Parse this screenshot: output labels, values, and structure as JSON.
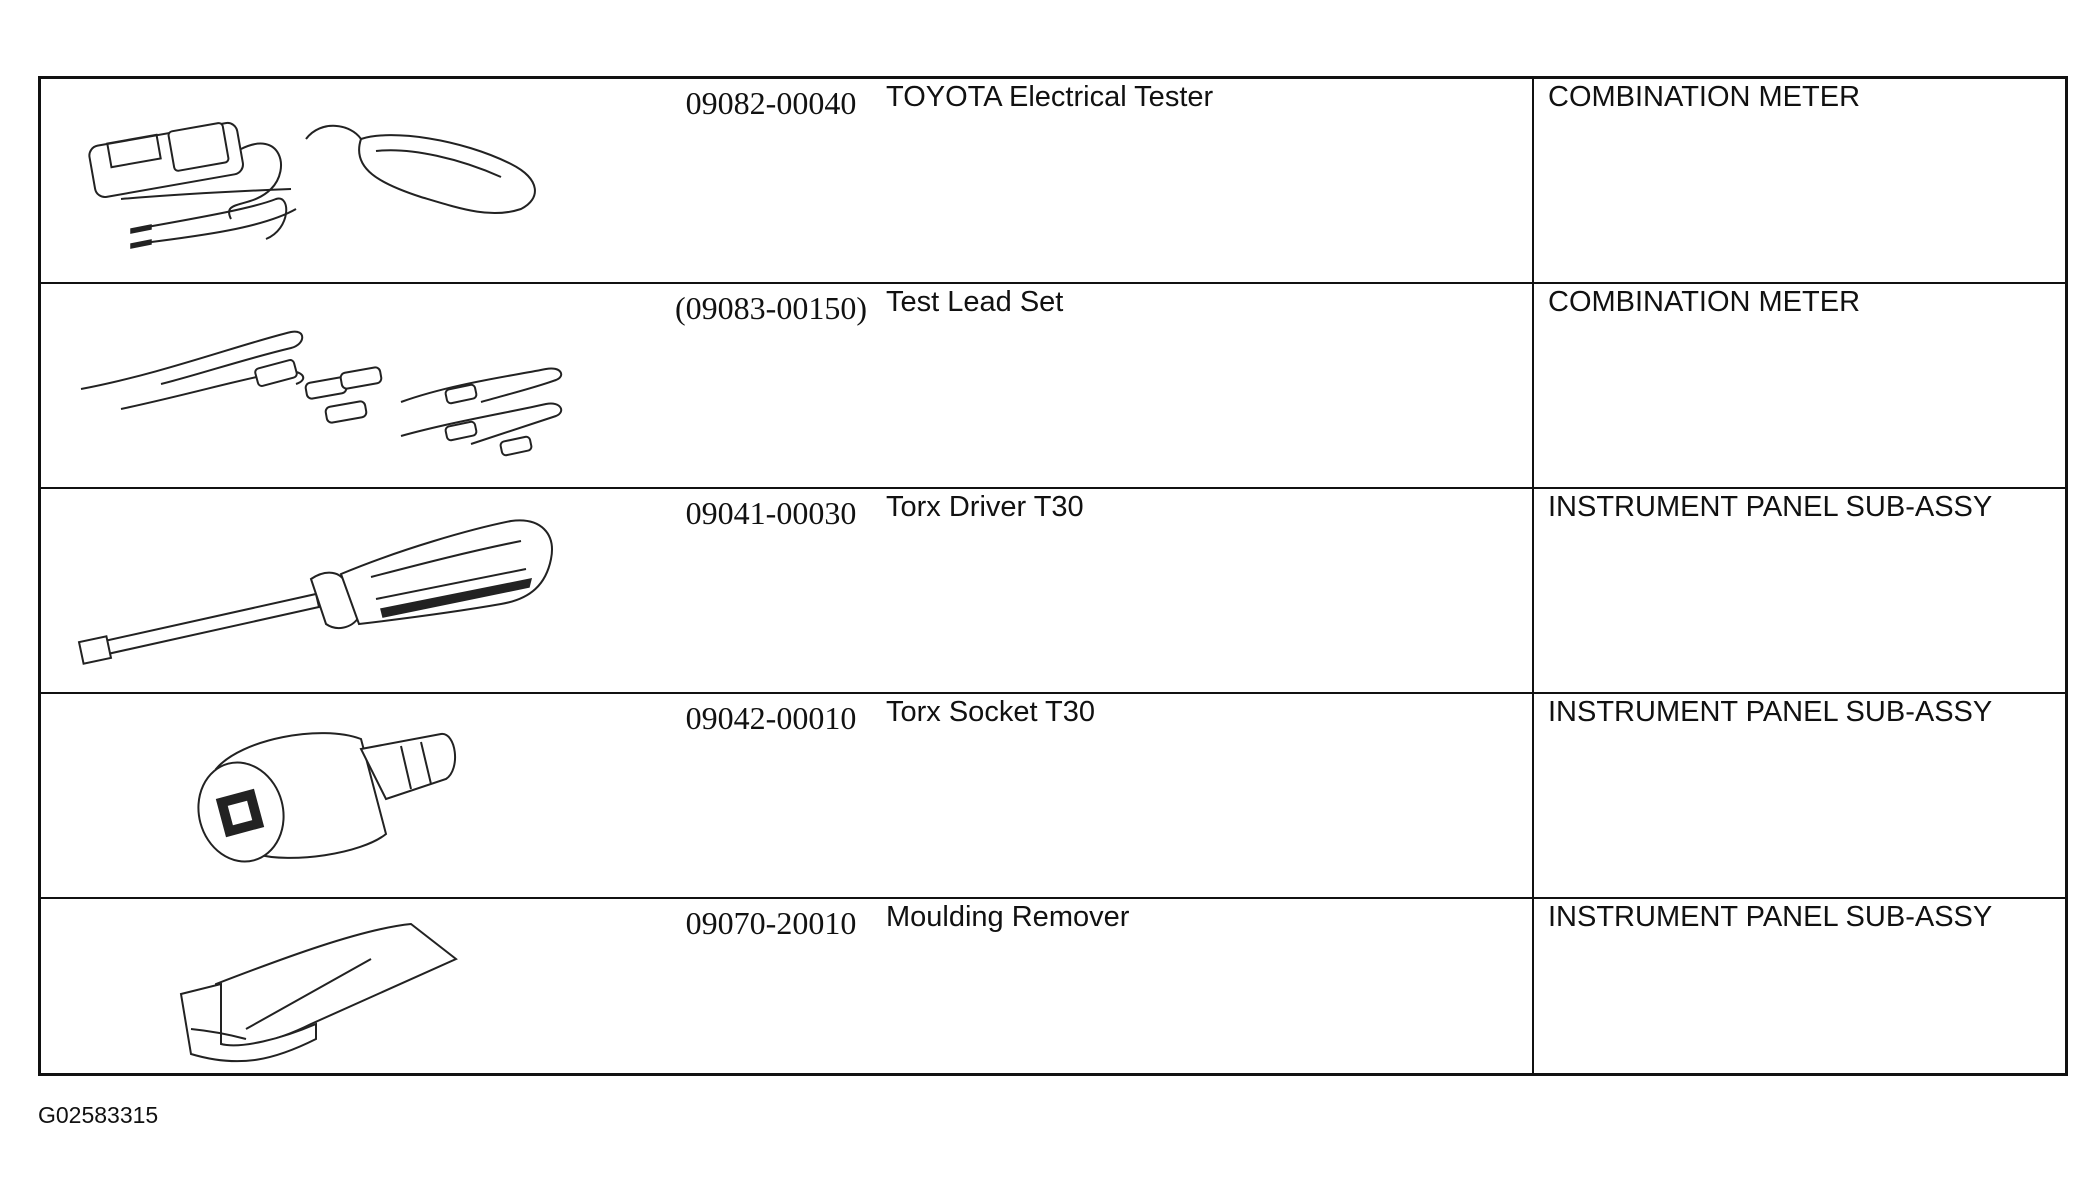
{
  "tools": [
    {
      "part_no": "09082-00040",
      "name": "TOYOTA Electrical Tester",
      "usage": "COMBINATION METER",
      "icon": "electrical-tester-icon"
    },
    {
      "part_no": "(09083-00150)",
      "name": "Test Lead Set",
      "usage": "COMBINATION METER",
      "icon": "test-lead-set-icon"
    },
    {
      "part_no": "09041-00030",
      "name": "Torx Driver T30",
      "usage": "INSTRUMENT PANEL SUB-ASSY",
      "icon": "torx-driver-icon"
    },
    {
      "part_no": "09042-00010",
      "name": "Torx Socket T30",
      "usage": "INSTRUMENT PANEL SUB-ASSY",
      "icon": "torx-socket-icon"
    },
    {
      "part_no": "09070-20010",
      "name": "Moulding Remover",
      "usage": "INSTRUMENT PANEL SUB-ASSY",
      "icon": "moulding-remover-icon"
    }
  ],
  "figure_id": "G02583315"
}
